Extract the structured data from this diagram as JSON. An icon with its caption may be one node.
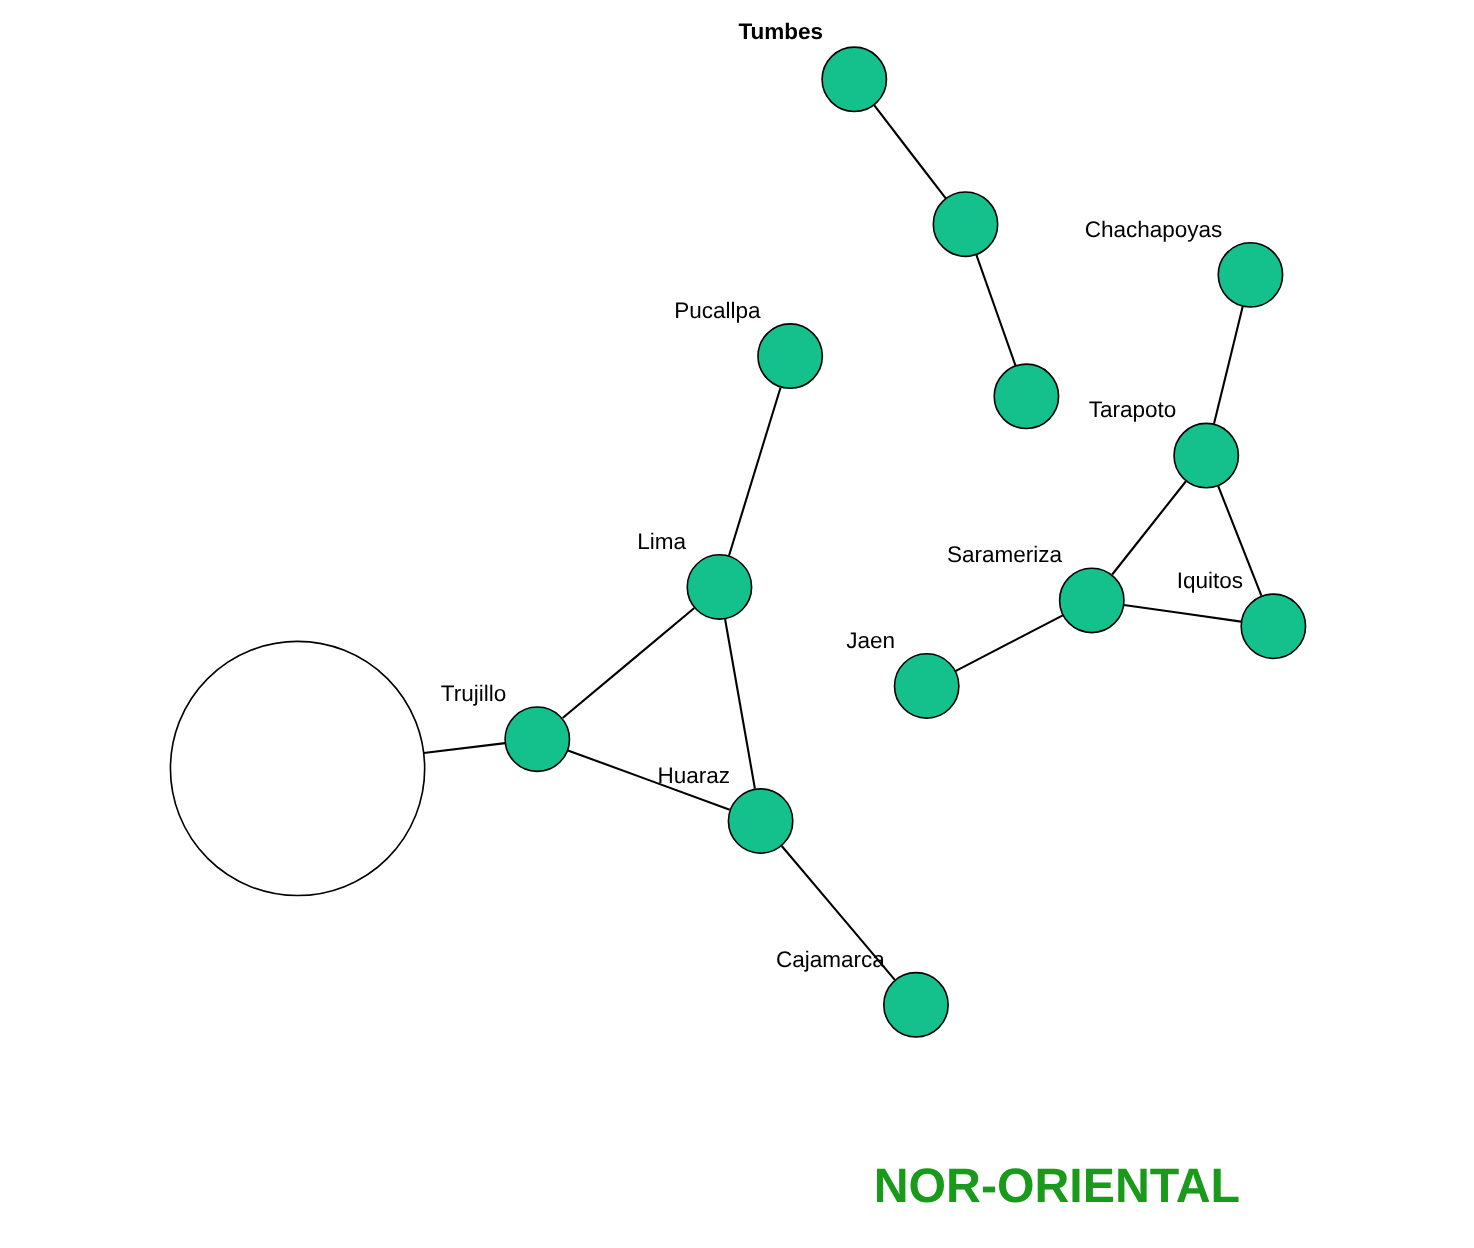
{
  "diagram": {
    "nodes": [
      {
        "text": [],
        "shape": "circle",
        "beside": [
          "Tumbes"
        ]
      },
      {
        "text": [],
        "shape": "circle"
      },
      {
        "text": [],
        "shape": "circle",
        "beside": [
          "Jaen"
        ]
      },
      {
        "text": [],
        "shape": "circle",
        "beside": [
          "Sarameriza"
        ]
      },
      {
        "text": [],
        "shape": "circle",
        "beside": [
          "Iquitos"
        ]
      },
      {
        "text": [],
        "shape": "circle"
      },
      {
        "text": [],
        "shape": "circle"
      },
      {
        "text": [],
        "shape": "circle",
        "beside": [
          "Chachapoyas"
        ]
      },
      {
        "text": [],
        "shape": "circle",
        "beside": [
          "Tarapoto"
        ]
      },
      {
        "text": [],
        "shape": "circle",
        "beside": [
          "Cajamarca"
        ]
      },
      {
        "text": [],
        "shape": "circle",
        "beside": [
          "Trujillo"
        ]
      },
      {
        "text": [],
        "shape": "circle",
        "beside": [
          "Huaraz"
        ]
      },
      {
        "text": [],
        "shape": "circle",
        "beside": [
          "Lima"
        ]
      },
      {
        "text": [],
        "shape": "circle",
        "beside": [
          "Pucallpa"
        ]
      }
    ],
    "edges": [
      {
        "from": 0,
        "to": 1,
        "arrow": "none"
      },
      {
        "from": 1,
        "to": 6,
        "arrow": "none"
      },
      {
        "from": 2,
        "to": 3,
        "arrow": "none"
      },
      {
        "from": 3,
        "to": 4,
        "arrow": "none"
      },
      {
        "from": 3,
        "to": 8,
        "arrow": "none"
      },
      {
        "from": 4,
        "to": 8,
        "arrow": "none"
      },
      {
        "from": 7,
        "to": 8,
        "arrow": "none"
      },
      {
        "from": 9,
        "to": 11,
        "arrow": "none"
      },
      {
        "from": 5,
        "to": 10,
        "arrow": "none"
      },
      {
        "from": 10,
        "to": 11,
        "arrow": "none"
      },
      {
        "from": 12,
        "to": 11,
        "arrow": "none"
      },
      {
        "from": 10,
        "to": 12,
        "arrow": "none"
      },
      {
        "from": 12,
        "to": 13,
        "arrow": "none"
      }
    ],
    "labels": [
      "NOR-ORIENTAL"
    ]
  }
}
